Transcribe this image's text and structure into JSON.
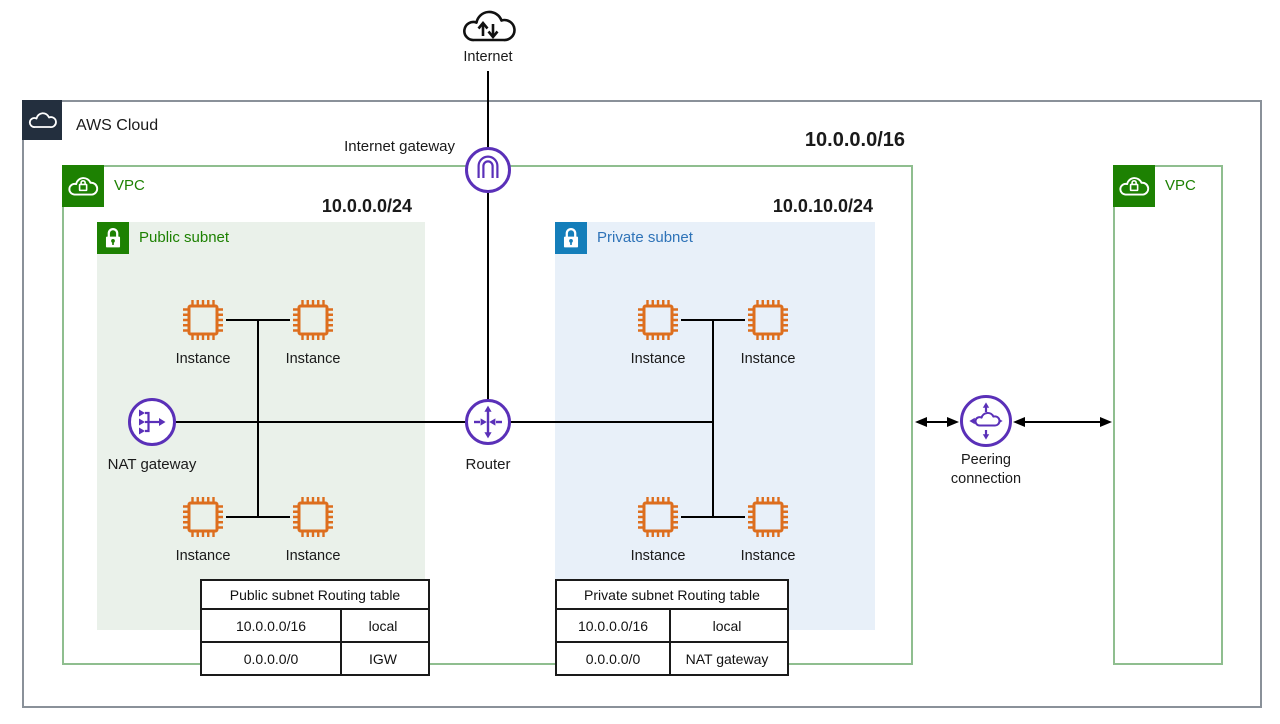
{
  "colors": {
    "aws_dark": "#232F3E",
    "frame_gray": "#8A9199",
    "vpc_green": "#1D8102",
    "vpc_border_green": "#8FBE8F",
    "public_subnet_bg": "#EAF1EA",
    "private_subnet_bg": "#E8F0F9",
    "private_blue": "#147EBA",
    "private_text_blue": "#2E73B8",
    "instance_orange": "#DD6E1E",
    "network_purple": "#5A30B8",
    "line_black": "#000000"
  },
  "icons": {
    "internet": "cloud-with-up-down-arrows-icon",
    "aws_cloud": "aws-cloud-icon",
    "vpc": "cloud-lock-icon",
    "subnet": "padlock-icon",
    "instance": "chip-icon",
    "internet_gateway": "arch-gateway-icon",
    "router": "crossed-arrows-icon",
    "nat_gateway": "merging-arrows-icon",
    "peering": "cloud-outward-arrows-icon"
  },
  "internet": {
    "label": "Internet"
  },
  "aws_cloud": {
    "label": "AWS Cloud"
  },
  "vpc": {
    "label": "VPC",
    "cidr": "10.0.0.0/16"
  },
  "peer_vpc": {
    "label": "VPC"
  },
  "internet_gateway": {
    "label": "Internet gateway"
  },
  "router": {
    "label": "Router"
  },
  "nat_gateway": {
    "label": "NAT gateway"
  },
  "peering": {
    "label": "Peering connection"
  },
  "public_subnet": {
    "label": "Public subnet",
    "cidr": "10.0.0.0/24",
    "instances": [
      "Instance",
      "Instance",
      "Instance",
      "Instance"
    ]
  },
  "private_subnet": {
    "label": "Private subnet",
    "cidr": "10.0.10.0/24",
    "instances": [
      "Instance",
      "Instance",
      "Instance",
      "Instance"
    ]
  },
  "routing_tables": {
    "public": {
      "title": "Public subnet Routing table",
      "rows": [
        [
          "10.0.0.0/16",
          "local"
        ],
        [
          "0.0.0.0/0",
          "IGW"
        ]
      ]
    },
    "private": {
      "title": "Private subnet Routing table",
      "rows": [
        [
          "10.0.0.0/16",
          "local"
        ],
        [
          "0.0.0.0/0",
          "NAT gateway"
        ]
      ]
    }
  }
}
